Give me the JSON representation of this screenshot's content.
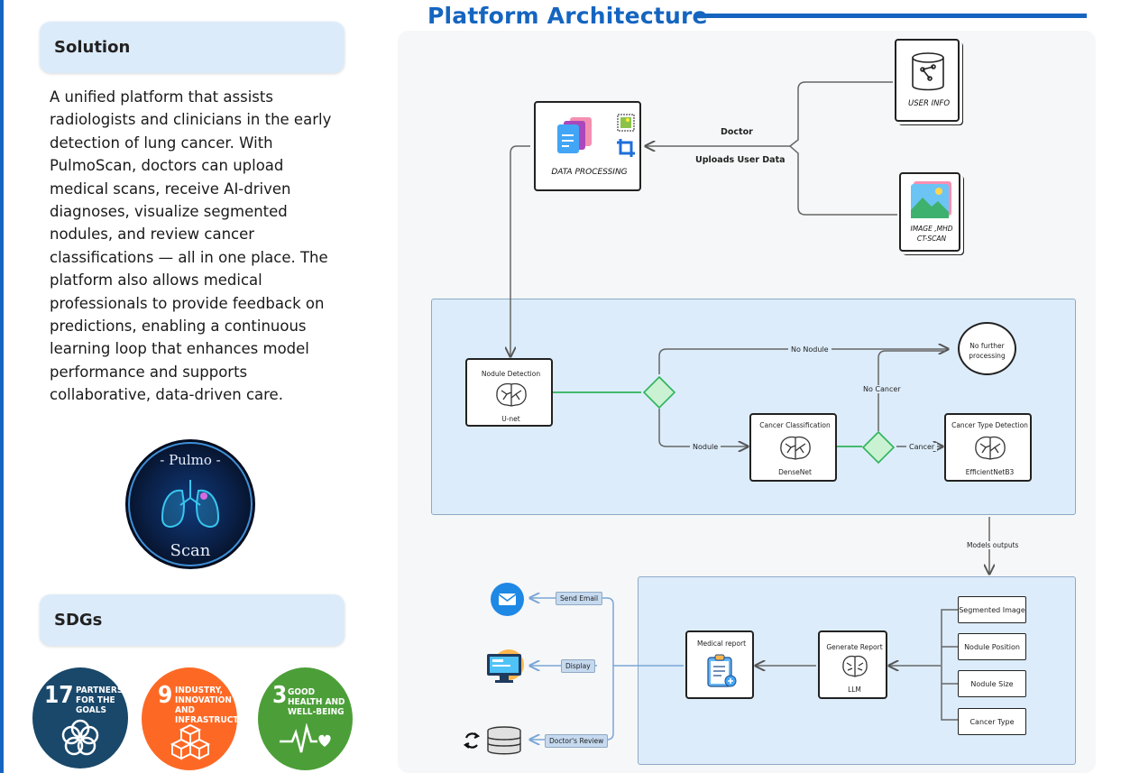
{
  "left": {
    "solution_heading": "Solution",
    "solution_lines": [
      "A unified platform that assists",
      "radiologists and clinicians in the early",
      "detection of lung cancer. With",
      "PulmoScan, doctors can upload",
      "medical scans, receive AI-driven",
      "diagnoses, visualize segmented",
      "nodules, and review cancer",
      "classifications — all in one place. The",
      "platform also allows medical",
      "professionals to provide feedback on",
      "predictions, enabling a continuous",
      "learning loop that enhances model",
      "performance and supports",
      "collaborative, data-driven care."
    ],
    "logo_top": "- Pulmo -",
    "logo_bottom": "Scan",
    "sdgs_heading": "SDGs",
    "sdgs": [
      {
        "number": "17",
        "text": "PARTNERSHIPS FOR THE GOALS",
        "color": "#19486a"
      },
      {
        "number": "9",
        "text": "INDUSTRY, INNOVATION AND INFRASTRUCTURE",
        "color": "#fd6925"
      },
      {
        "number": "3",
        "text": "GOOD HEALTH AND WELL-BEING",
        "color": "#4c9f38"
      }
    ]
  },
  "diagram": {
    "title": "Platform Architecture",
    "user_info": "USER INFO",
    "image_mhd_line1": "IMAGE ,MHD",
    "image_mhd_line2": "CT-SCAN",
    "data_processing": "DATA PROCESSING",
    "doctor": "Doctor",
    "uploads": "Uploads User Data",
    "nodule_detection": "Nodule Detection",
    "unet": "U-net",
    "no_nodule": "No Nodule",
    "nodule": "Nodule",
    "no_further_1": "No further",
    "no_further_2": "processing",
    "no_cancer": "No Cancer",
    "cancer": "Cancer",
    "cancer_classification": "Cancer Classification",
    "densenet": "DenseNet",
    "cancer_type_detection": "Cancer Type Detection",
    "efficientnet": "EfficientNetB3",
    "models_outputs": "Models outputs",
    "segmented_image": "Segmented Image",
    "nodule_position": "Nodule Position",
    "nodule_size": "Nodule Size",
    "cancer_type": "Cancer Type",
    "generate_report": "Generate Report",
    "llm": "LLM",
    "medical_report": "Medical report",
    "send_email": "Send Email",
    "display": "Display",
    "doctors_review": "Doctor's Review"
  },
  "colors": {
    "accent": "#1565c0",
    "panel_blue": "#dcecfb",
    "decision_green": "#2eb35a",
    "decision_fill": "#c9f1d2"
  }
}
